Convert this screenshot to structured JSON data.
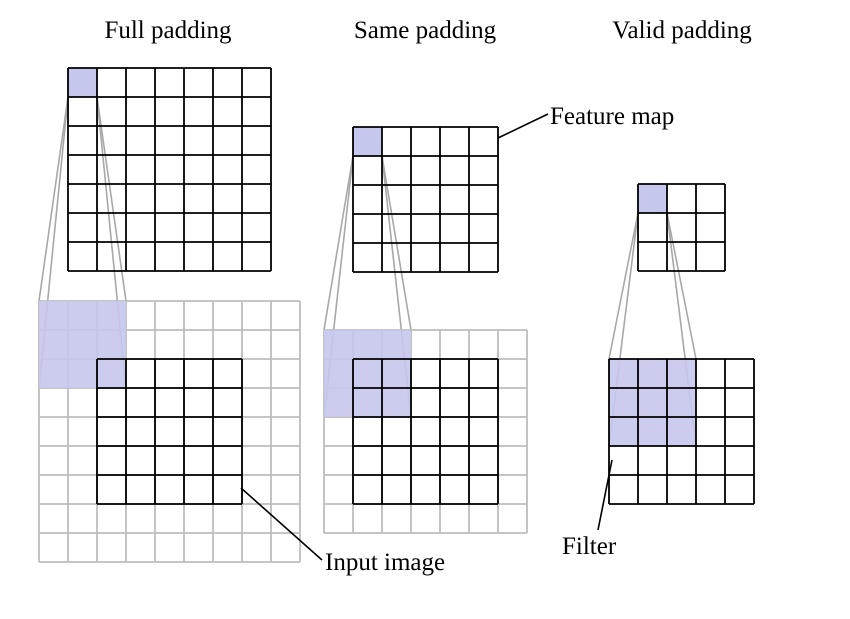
{
  "titles": {
    "full": "Full padding",
    "same": "Same padding",
    "valid": "Valid padding"
  },
  "labels": {
    "feature_map": "Feature map",
    "input_image": "Input image",
    "filter": "Filter"
  },
  "colors": {
    "highlight": "#c5c7ec",
    "padding_grid": "#bdbdbd",
    "grid": "#000000",
    "projection": "#a8a8a8"
  },
  "panels": [
    {
      "id": "full",
      "input_size": 5,
      "padding": 2,
      "filter_size": 3,
      "output_size": 7
    },
    {
      "id": "same",
      "input_size": 5,
      "padding": 1,
      "filter_size": 3,
      "output_size": 5
    },
    {
      "id": "valid",
      "input_size": 5,
      "padding": 0,
      "filter_size": 3,
      "output_size": 3
    }
  ]
}
